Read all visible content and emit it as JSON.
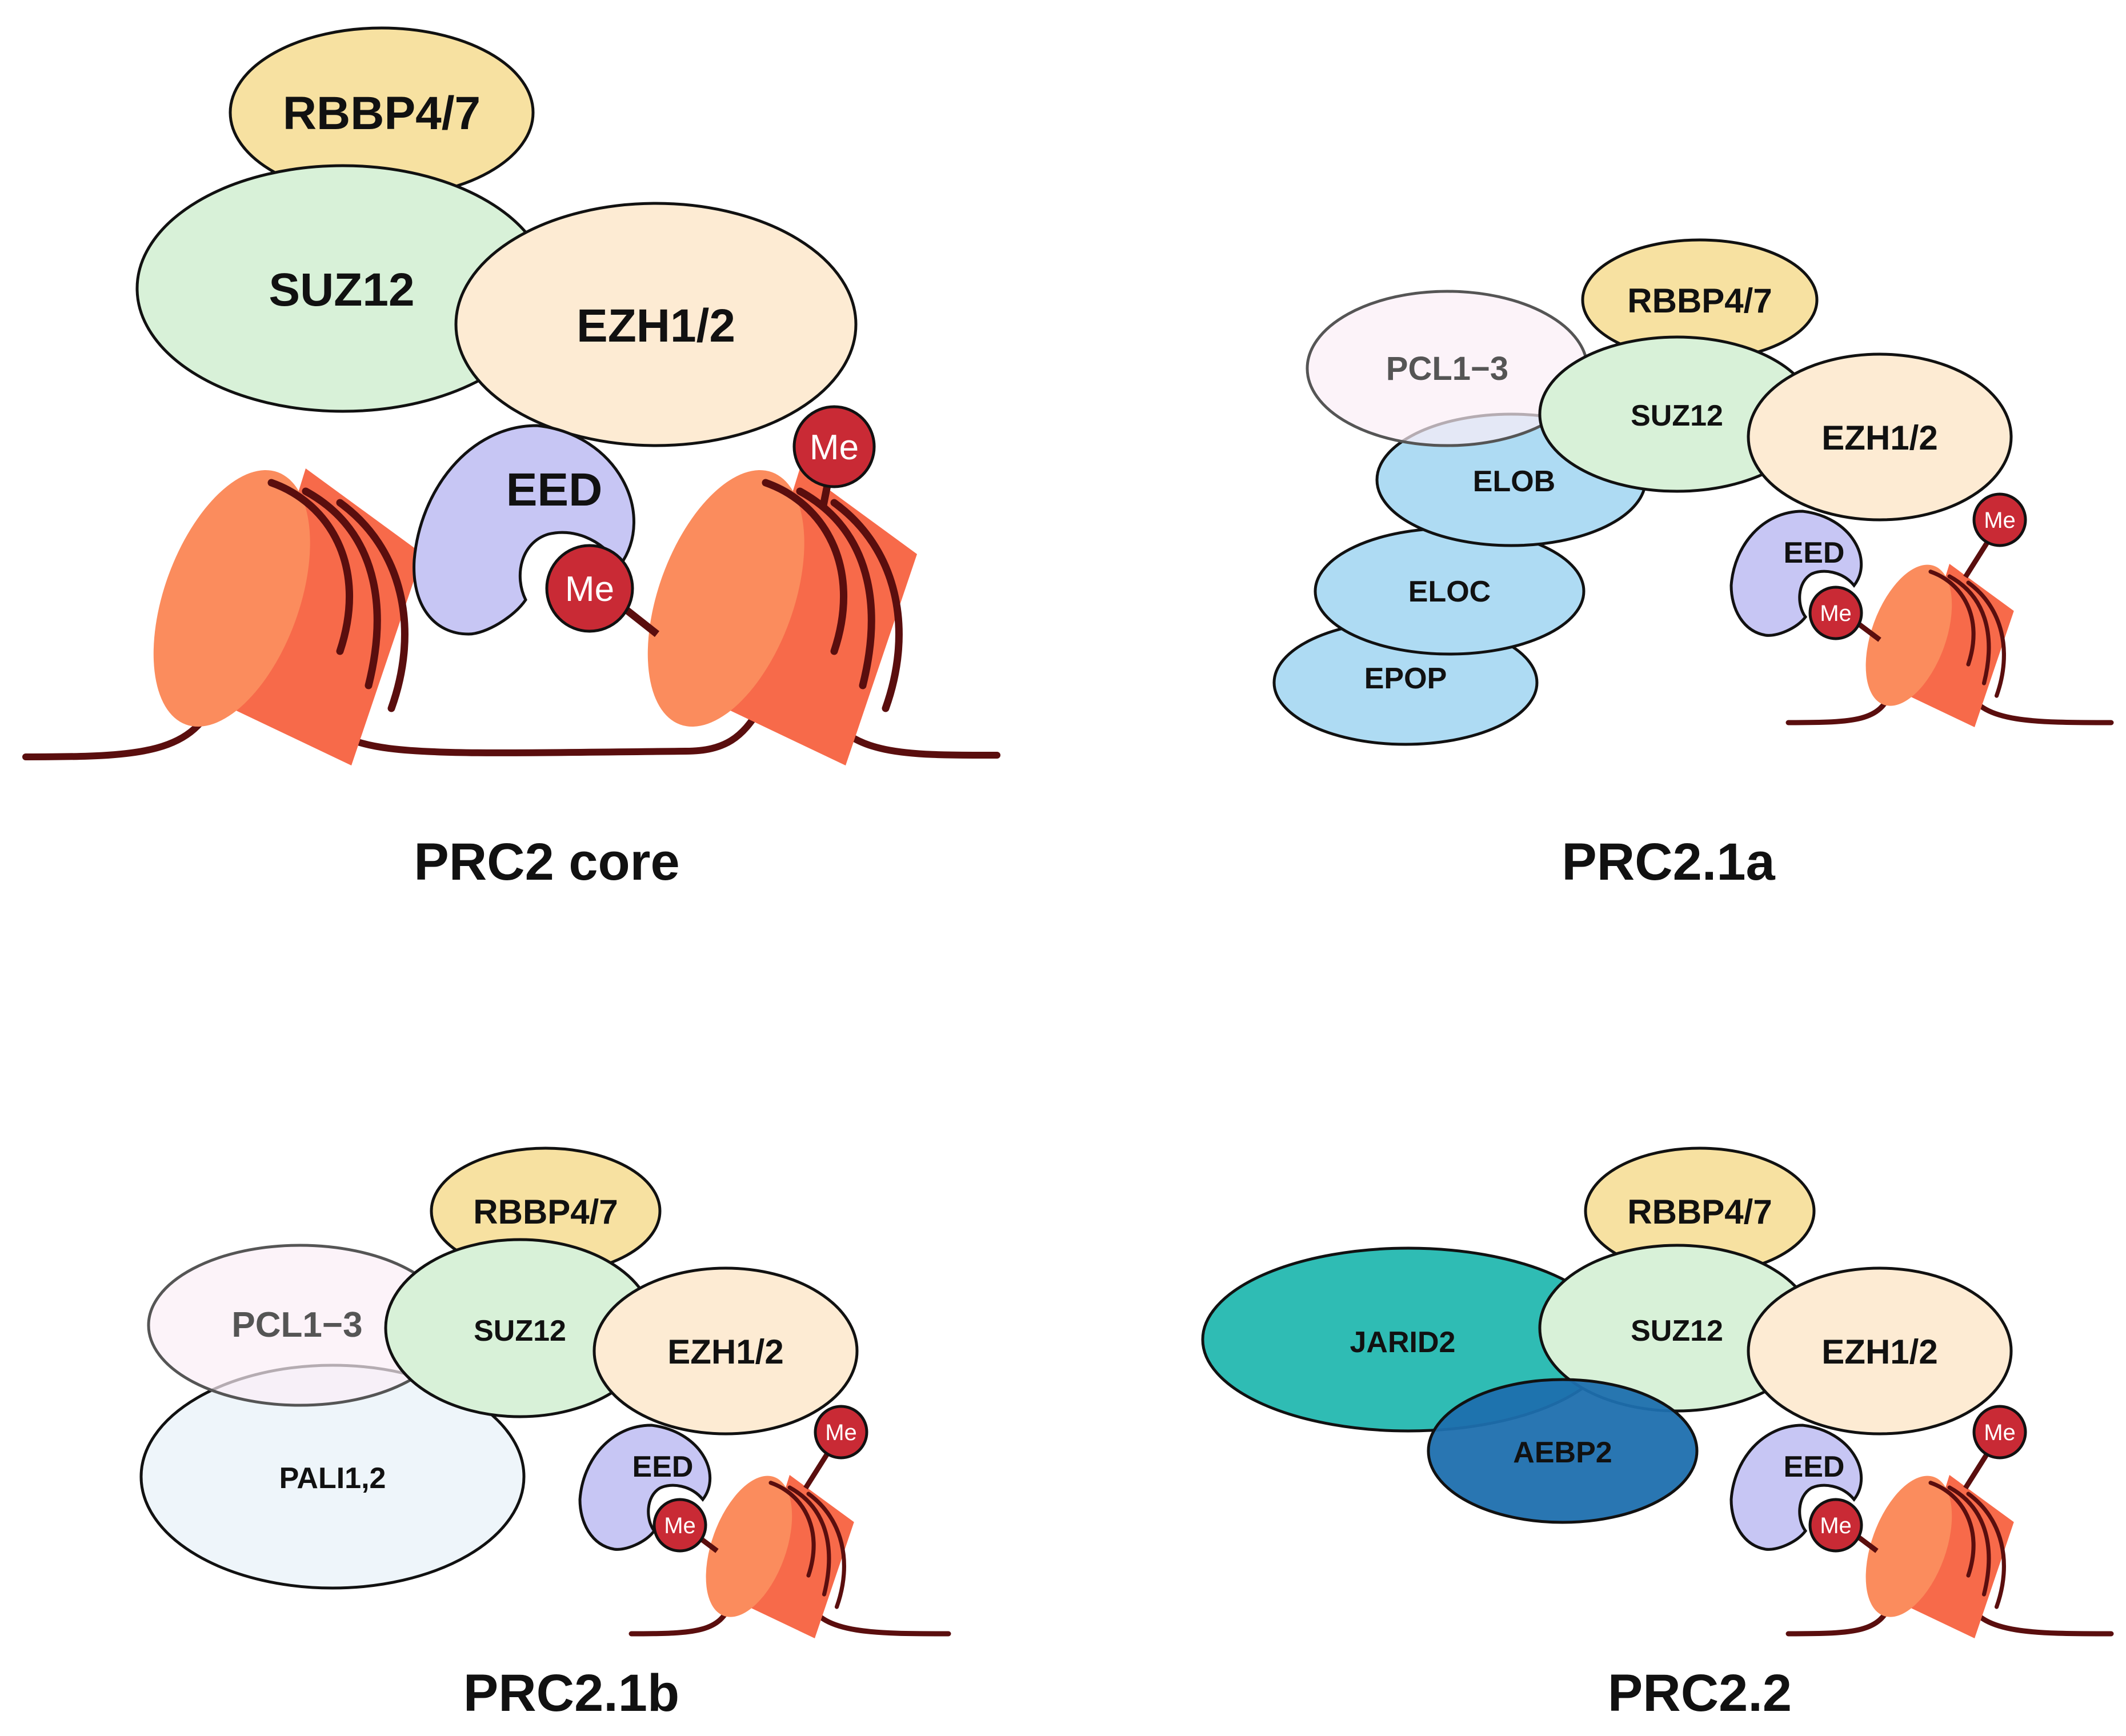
{
  "panels": {
    "core": {
      "title": "PRC2 core",
      "rbbp": "RBBP4/7",
      "suz12": "SUZ12",
      "ezh": "EZH1/2",
      "eed": "EED",
      "me": "Me"
    },
    "p1a": {
      "title": "PRC2.1a",
      "rbbp": "RBBP4/7",
      "pcl": "PCL1−3",
      "suz12": "SUZ12",
      "ezh": "EZH1/2",
      "elob": "ELOB",
      "eloc": "ELOC",
      "epop": "EPOP",
      "eed": "EED",
      "me": "Me"
    },
    "p1b": {
      "title": "PRC2.1b",
      "rbbp": "RBBP4/7",
      "pcl": "PCL1−3",
      "suz12": "SUZ12",
      "ezh": "EZH1/2",
      "pali": "PALI1,2",
      "eed": "EED",
      "me": "Me"
    },
    "p22": {
      "title": "PRC2.2",
      "rbbp": "RBBP4/7",
      "jarid": "JARID2",
      "suz12": "SUZ12",
      "ezh": "EZH1/2",
      "aebp": "AEBP2",
      "eed": "EED",
      "me": "Me"
    }
  },
  "colors": {
    "rbbp": "#f7e1a1",
    "suz12": "#d8f1d8",
    "ezh": "#fdebd3",
    "eed": "#c7c6f4",
    "pcl": "#fbeef6",
    "elo": "#aedbf3",
    "pali": "#eef5fa",
    "jarid": "#2fbcb4",
    "aebp": "#1e6fae",
    "nucleosome": "#f76a4a",
    "nucleosome_face": "#fb8c5d",
    "dna": "#5a0e0e",
    "me": "#c92a35"
  }
}
